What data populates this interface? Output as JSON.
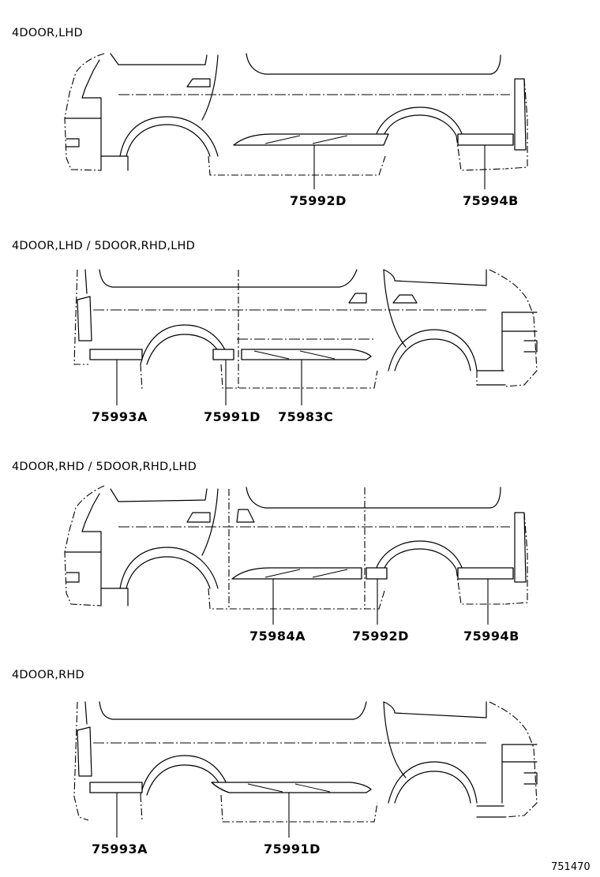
{
  "sections": [
    {
      "title": "4DOOR,LHD",
      "parts": [
        "75992D",
        "75994B"
      ]
    },
    {
      "title": "4DOOR,LHD / 5DOOR,RHD,LHD",
      "parts": [
        "75993A",
        "75991D",
        "75983C"
      ]
    },
    {
      "title": "4DOOR,RHD / 5DOOR,RHD,LHD",
      "parts": [
        "75984A",
        "75992D",
        "75994B"
      ]
    },
    {
      "title": "4DOOR,RHD",
      "parts": [
        "75993A",
        "75991D"
      ]
    }
  ],
  "diagram_id": "751470"
}
